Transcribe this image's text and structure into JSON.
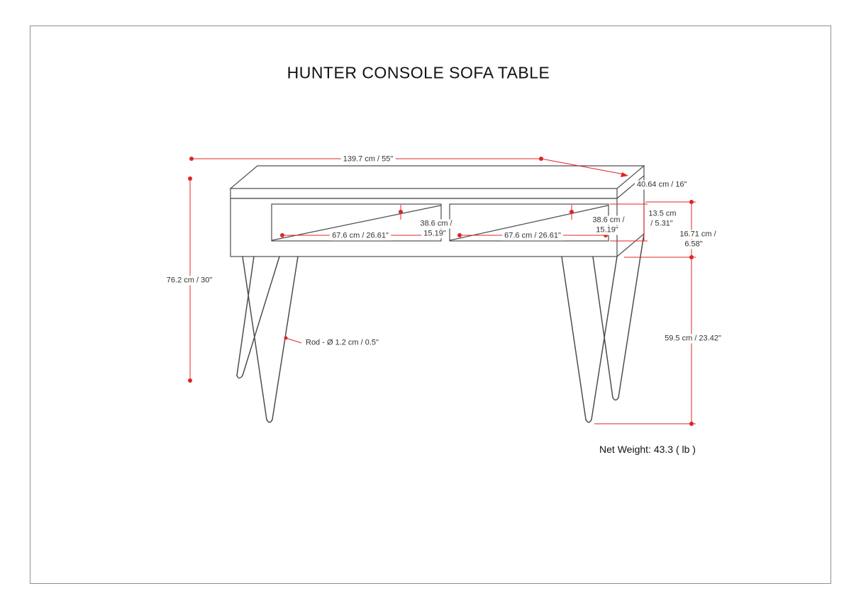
{
  "page": {
    "title": "HUNTER CONSOLE SOFA TABLE",
    "net_weight": "Net Weight: 43.3 ( lb )"
  },
  "dimensions": {
    "overall_width": "139.7 cm / 55\"",
    "overall_depth": "40.64 cm / 16\"",
    "overall_height": "76.2 cm / 30\"",
    "opening_height_l1": "13.5 cm",
    "opening_height_l2": "/ 5.31\"",
    "apron_height_l1": "16.71 cm /",
    "apron_height_l2": "6.58\"",
    "leg_height": "59.5 cm / 23.42\"",
    "opening_depth_left_l1": "38.6 cm /",
    "opening_depth_left_l2": "15.19\"",
    "opening_depth_right_l1": "38.6 cm /",
    "opening_depth_right_l2": "15.19\"",
    "opening_width_left": "67.6 cm / 26.61\"",
    "opening_width_right": "67.6 cm / 26.61\"",
    "leg_rod": "Rod - Ø 1.2 cm / 0.5\""
  },
  "colors": {
    "dimension_red": "#e02424",
    "drawing_gray": "#4d4d4d"
  }
}
